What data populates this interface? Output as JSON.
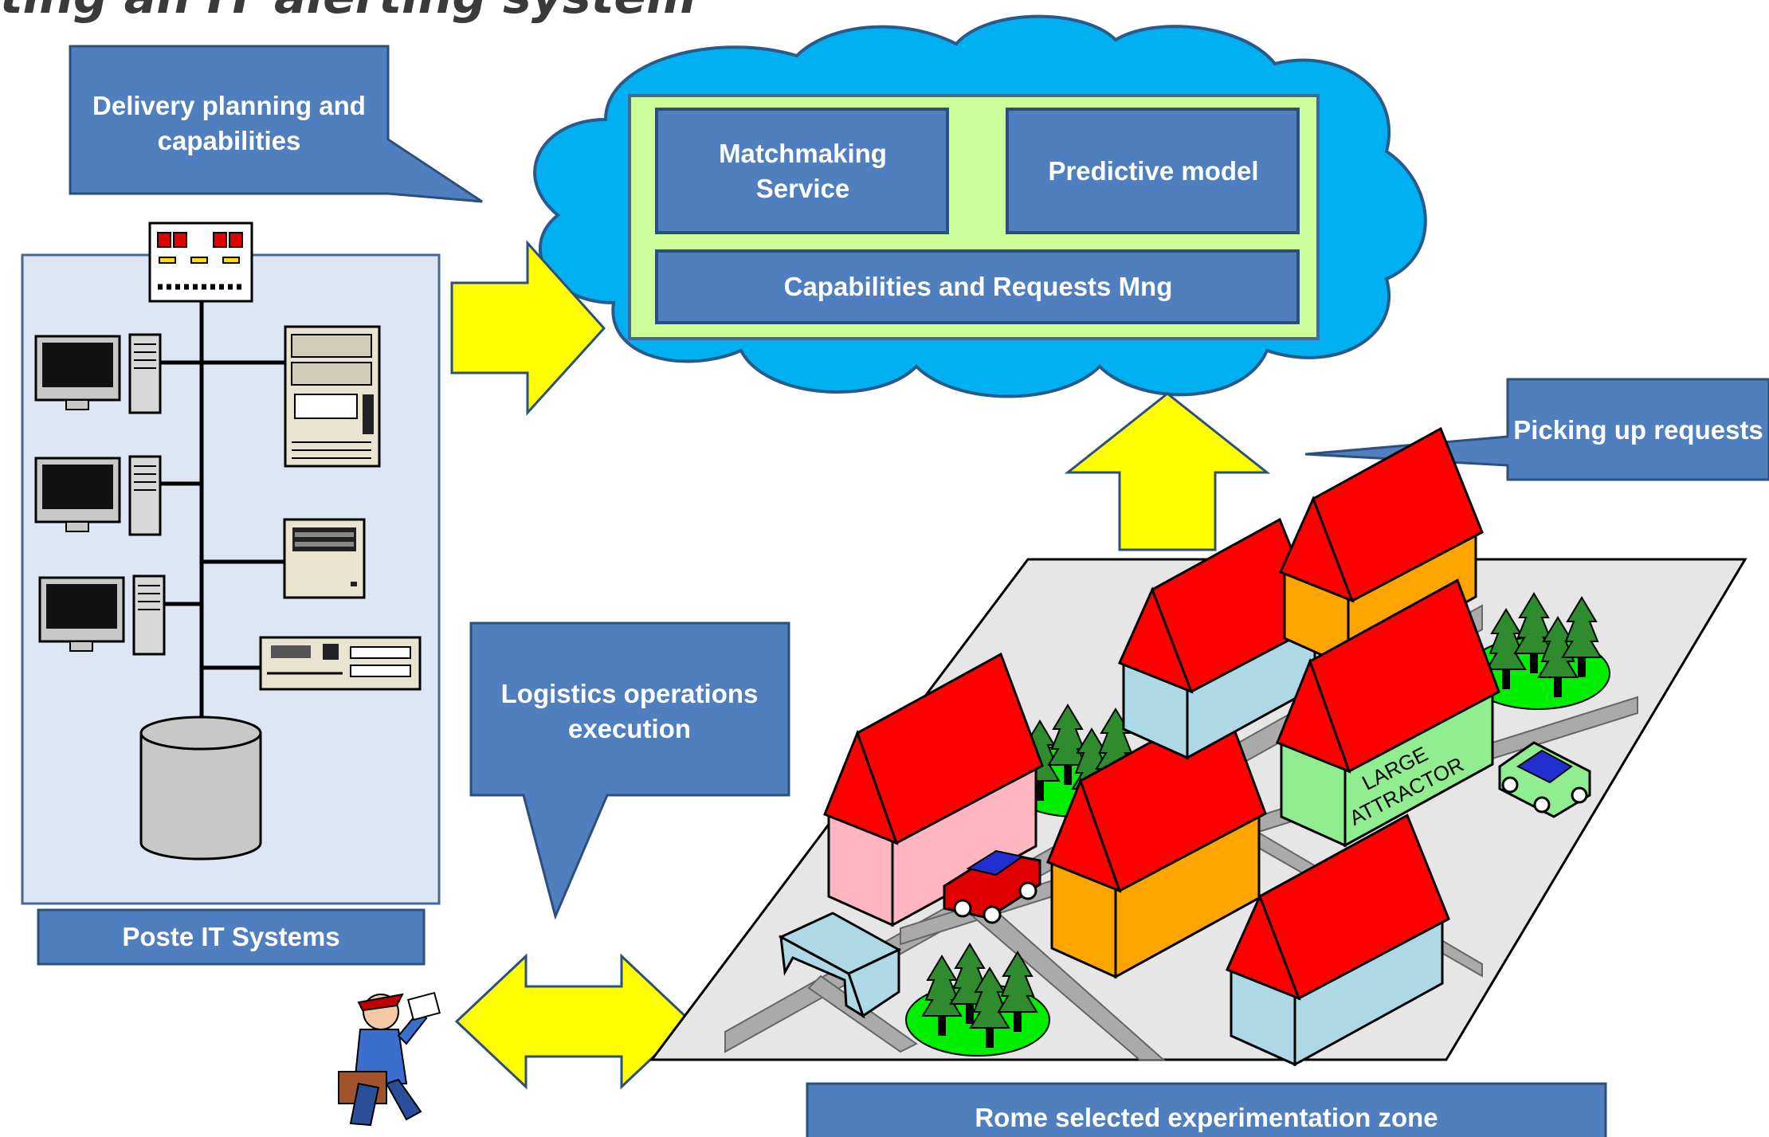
{
  "page_title": "ting an IT alerting system",
  "callouts": {
    "delivery": "Delivery planning and capabilities",
    "picking": "Picking up requests",
    "logistics": "Logistics  operations execution"
  },
  "cloud": {
    "matchmaking": "Matchmaking Service",
    "predictive": "Predictive model",
    "capabilities": "Capabilities and Requests Mng"
  },
  "labels": {
    "poste": "Poste IT Systems",
    "rome": "Rome selected  experimentation zone",
    "attractor_line1": "LARGE",
    "attractor_line2": "ATTRACTOR"
  },
  "colors": {
    "box_blue": "#4f7fbf",
    "cloud_blue": "#00b0f0",
    "inner_green": "#ccff99",
    "arrow_yellow": "#ffff00",
    "roof_red": "#ff0000",
    "panel_bg": "#dde6f2"
  }
}
